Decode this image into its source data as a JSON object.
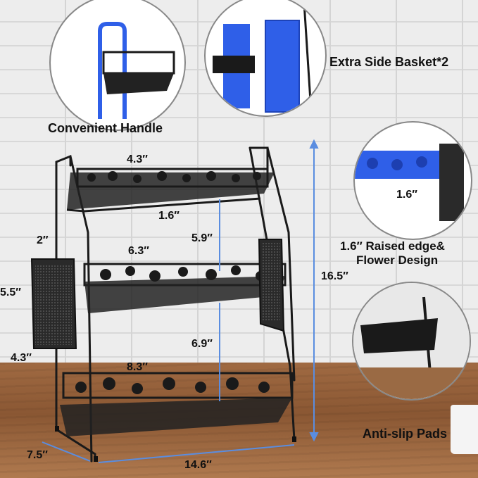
{
  "callouts": {
    "handle": "Convenient Handle",
    "side_basket": "Extra Side Basket*2",
    "raised_edge": "1.6″ Raised edge&",
    "flower_design": "Flower Design",
    "anti_slip": "Anti-slip Pads",
    "zoom_edge_dim": "1.6″"
  },
  "dimensions": {
    "top_depth": "4.3″",
    "top_edge": "1.6″",
    "top_gap": "5.9″",
    "mid_depth": "6.3″",
    "basket_width": "2″",
    "basket_height": "5.5″",
    "basket_depth": "4.3″",
    "lower_gap": "6.9″",
    "bottom_depth": "8.3″",
    "total_height": "16.5″",
    "total_depth": "7.5″",
    "total_width": "14.6″"
  },
  "colors": {
    "accent_blue": "#2f5fe8",
    "dimension_blue": "#5a8de0",
    "metal": "#1a1a1a"
  }
}
